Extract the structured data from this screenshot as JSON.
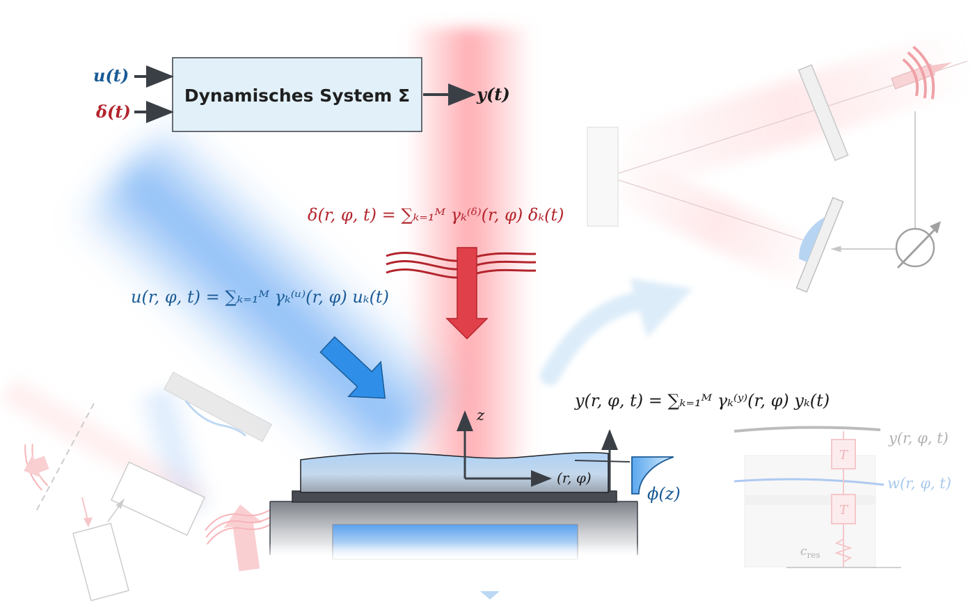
{
  "system": {
    "title": "Dynamisches System Σ",
    "input_u": "u(t)",
    "input_delta": "δ(t)",
    "output_y": "y(t)"
  },
  "equations": {
    "delta": "δ(r, φ, t) = ∑ₖ₌₁ᴹ γₖ⁽ᵟ⁾(r, φ) δₖ(t)",
    "u": "u(r, φ, t) = ∑ₖ₌₁ᴹ γₖ⁽ᵘ⁾(r, φ) uₖ(t)",
    "y": "y(r, φ, t) = ∑ₖ₌₁ᴹ γₖ⁽ʸ⁾(r, φ) yₖ(t)"
  },
  "axes": {
    "z": "z",
    "r_phi": "(r, φ)",
    "phi_z": "ϕ(z)"
  },
  "model": {
    "y_label": "y(r, φ, t)",
    "w_label": "w(r, φ, t)",
    "T_upper": "T",
    "T_lower": "T",
    "c_res": "c",
    "c_res_sub": "res"
  },
  "colors": {
    "input_blue": "#1a5a96",
    "disturbance_red": "#b3242c",
    "box_fill": "#e2f0f9",
    "arrow_blue": "#2f8fe8",
    "arrow_red": "#e0404a"
  }
}
